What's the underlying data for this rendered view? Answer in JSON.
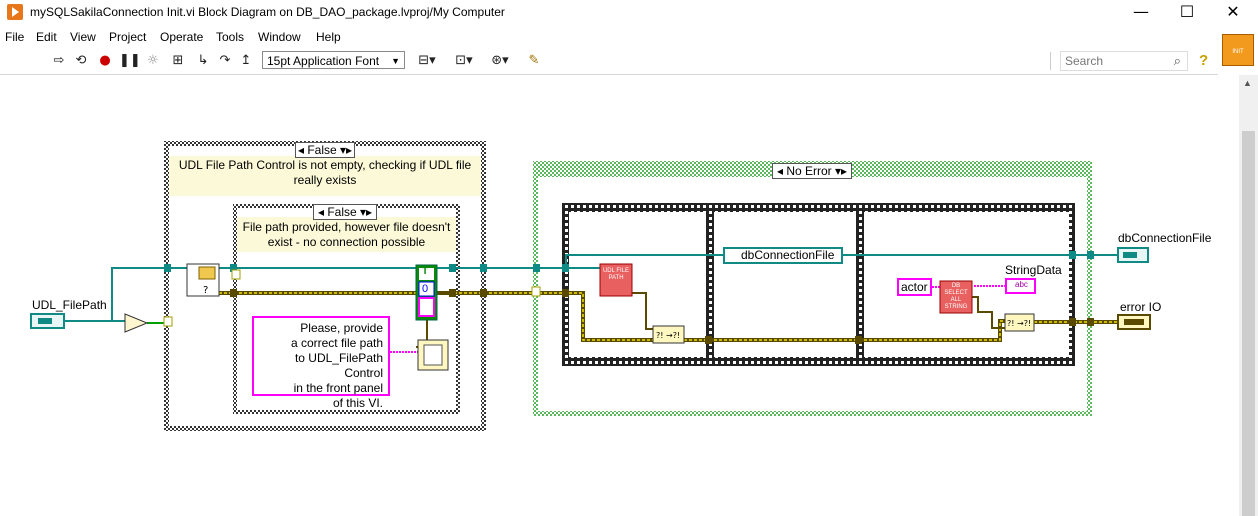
{
  "window": {
    "title": "mySQLSakilaConnection Init.vi Block Diagram on DB_DAO_package.lvproj/My Computer",
    "minimize": "—",
    "maximize": "☐",
    "close": "✕"
  },
  "menu": [
    "File",
    "Edit",
    "View",
    "Project",
    "Operate",
    "Tools",
    "Window",
    "Help"
  ],
  "toolbar": {
    "font": "15pt Application Font",
    "search_placeholder": "Search",
    "help": "?",
    "icon_label": "INIT"
  },
  "diagram": {
    "outer_case": {
      "selector": "False",
      "comment": "UDL File Path Control is not empty, checking if UDL file really exists"
    },
    "inner_case": {
      "selector": "False",
      "comment": "File path provided, however file doesn't exist - no connection possible"
    },
    "error_message": "Please, provide a correct file path to UDL_FilePath Control in the front panel of this VI.",
    "error_message_lines": [
      "Please, provide",
      "a correct file path",
      "to UDL_FilePath Control",
      "in the front panel",
      "of this VI."
    ],
    "bool_constant": "T",
    "numeric_constant": "0",
    "error_case": {
      "selector": "No Error"
    },
    "udl_file_path_subvi": "UDL FILE PATH",
    "db_select_subvi": "DB SELECT ALL STRING",
    "path_constant": "dbConnectionFile",
    "string_constant": "actor",
    "string_indicator_label": "StringData",
    "string_indicator": "abc",
    "controls": {
      "input": "UDL_FilePath",
      "output_path": "dbConnectionFile",
      "output_error": "error IO"
    }
  },
  "colors": {
    "path_wire": "#0f8a84",
    "error_wire": "#5a4a00",
    "error_wire_fill": "#f0e000",
    "string_wire": "#ff00ff",
    "case_border": "#222222",
    "error_case_border": "#5cb85c"
  }
}
